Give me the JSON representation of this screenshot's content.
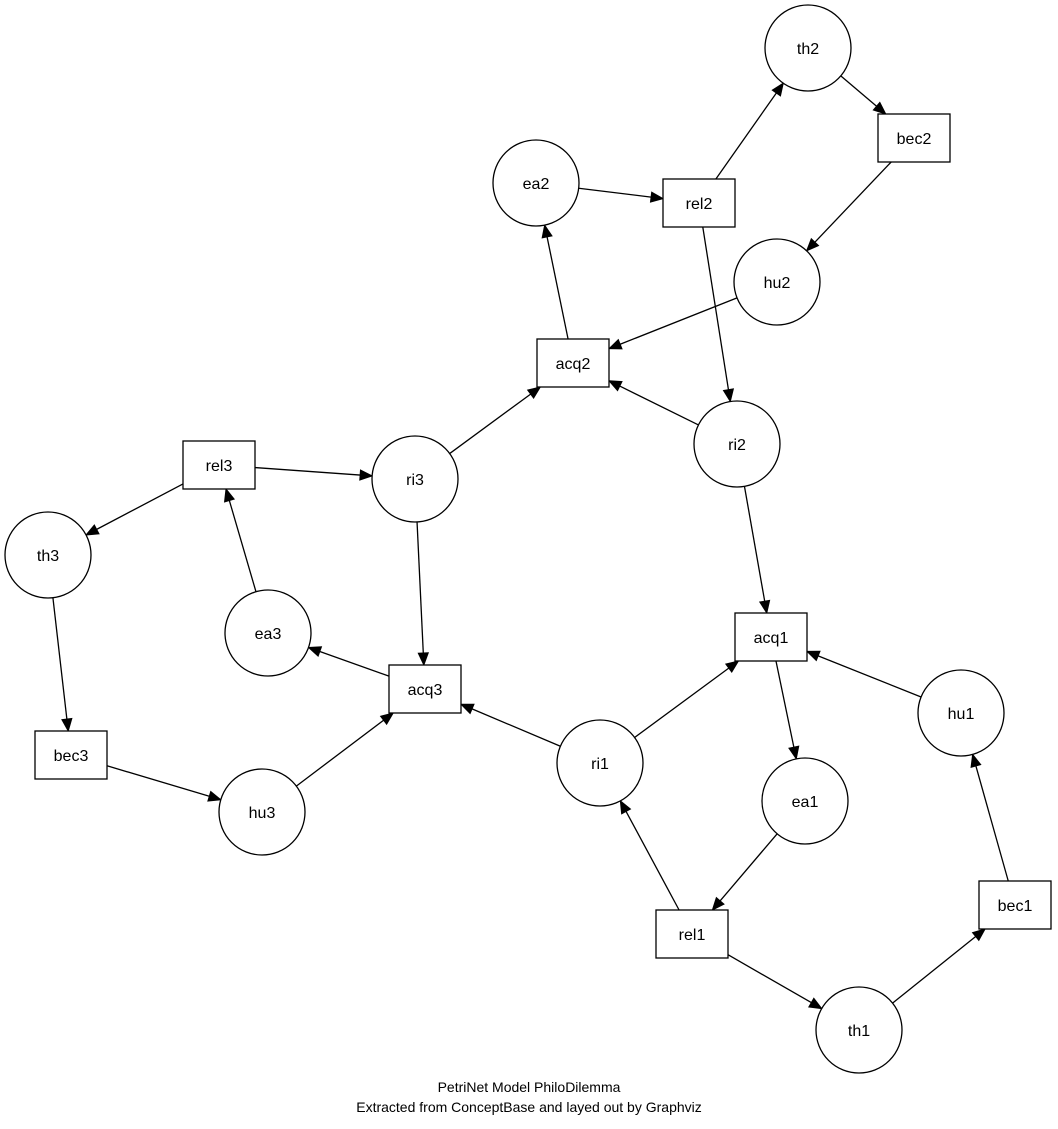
{
  "caption": {
    "line1": "PetriNet Model PhiloDilemma",
    "line2": "Extracted from ConceptBase and layed out by Graphviz"
  },
  "nodes": [
    {
      "id": "th2",
      "label": "th2",
      "shape": "place"
    },
    {
      "id": "bec2",
      "label": "bec2",
      "shape": "transition"
    },
    {
      "id": "ea2",
      "label": "ea2",
      "shape": "place"
    },
    {
      "id": "rel2",
      "label": "rel2",
      "shape": "transition"
    },
    {
      "id": "hu2",
      "label": "hu2",
      "shape": "place"
    },
    {
      "id": "acq2",
      "label": "acq2",
      "shape": "transition"
    },
    {
      "id": "ri2",
      "label": "ri2",
      "shape": "place"
    },
    {
      "id": "rel3",
      "label": "rel3",
      "shape": "transition"
    },
    {
      "id": "ri3",
      "label": "ri3",
      "shape": "place"
    },
    {
      "id": "th3",
      "label": "th3",
      "shape": "place"
    },
    {
      "id": "ea3",
      "label": "ea3",
      "shape": "place"
    },
    {
      "id": "acq3",
      "label": "acq3",
      "shape": "transition"
    },
    {
      "id": "acq1",
      "label": "acq1",
      "shape": "transition"
    },
    {
      "id": "hu1",
      "label": "hu1",
      "shape": "place"
    },
    {
      "id": "bec3",
      "label": "bec3",
      "shape": "transition"
    },
    {
      "id": "hu3",
      "label": "hu3",
      "shape": "place"
    },
    {
      "id": "ri1",
      "label": "ri1",
      "shape": "place"
    },
    {
      "id": "ea1",
      "label": "ea1",
      "shape": "place"
    },
    {
      "id": "rel1",
      "label": "rel1",
      "shape": "transition"
    },
    {
      "id": "bec1",
      "label": "bec1",
      "shape": "transition"
    },
    {
      "id": "th1",
      "label": "th1",
      "shape": "place"
    }
  ],
  "edges": [
    {
      "from": "th2",
      "to": "bec2"
    },
    {
      "from": "bec2",
      "to": "hu2"
    },
    {
      "from": "hu2",
      "to": "acq2"
    },
    {
      "from": "ea2",
      "to": "rel2"
    },
    {
      "from": "rel2",
      "to": "th2"
    },
    {
      "from": "rel2",
      "to": "ri2"
    },
    {
      "from": "acq2",
      "to": "ea2"
    },
    {
      "from": "ri2",
      "to": "acq2"
    },
    {
      "from": "ri2",
      "to": "acq1"
    },
    {
      "from": "ri3",
      "to": "acq2"
    },
    {
      "from": "ri3",
      "to": "acq3"
    },
    {
      "from": "rel3",
      "to": "ri3"
    },
    {
      "from": "rel3",
      "to": "th3"
    },
    {
      "from": "ea3",
      "to": "rel3"
    },
    {
      "from": "th3",
      "to": "bec3"
    },
    {
      "from": "bec3",
      "to": "hu3"
    },
    {
      "from": "hu3",
      "to": "acq3"
    },
    {
      "from": "acq3",
      "to": "ea3"
    },
    {
      "from": "ri1",
      "to": "acq3"
    },
    {
      "from": "ri1",
      "to": "acq1"
    },
    {
      "from": "hu1",
      "to": "acq1"
    },
    {
      "from": "acq1",
      "to": "ea1"
    },
    {
      "from": "ea1",
      "to": "rel1"
    },
    {
      "from": "rel1",
      "to": "ri1"
    },
    {
      "from": "rel1",
      "to": "th1"
    },
    {
      "from": "th1",
      "to": "bec1"
    },
    {
      "from": "bec1",
      "to": "hu1"
    }
  ]
}
